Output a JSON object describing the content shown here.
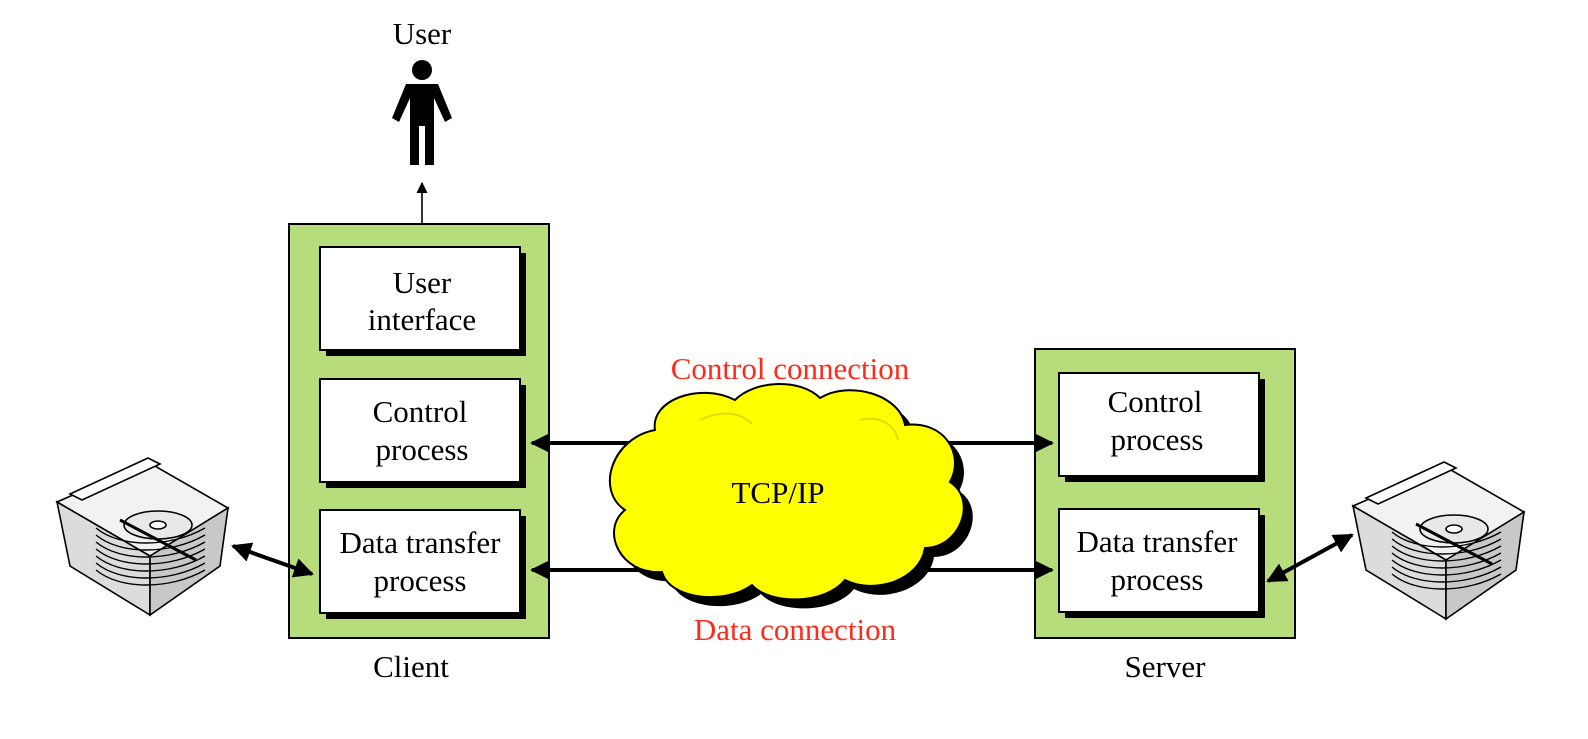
{
  "user": {
    "label": "User"
  },
  "client": {
    "label": "Client",
    "user_interface": [
      "User",
      "interface"
    ],
    "control_process": [
      "Control",
      "process"
    ],
    "data_transfer_process": [
      "Data transfer",
      "process"
    ]
  },
  "server": {
    "label": "Server",
    "control_process": [
      "Control",
      "process"
    ],
    "data_transfer_process": [
      "Data transfer",
      "process"
    ]
  },
  "network": {
    "label": "TCP/IP"
  },
  "connections": {
    "control": "Control connection",
    "data": "Data connection"
  },
  "colors": {
    "panel": "#b6dc7b",
    "cloud": "#ffff00",
    "connection_label": "#ff2a1a"
  },
  "icons": {
    "user": "person-icon",
    "storage": "hard-disk-icon"
  }
}
